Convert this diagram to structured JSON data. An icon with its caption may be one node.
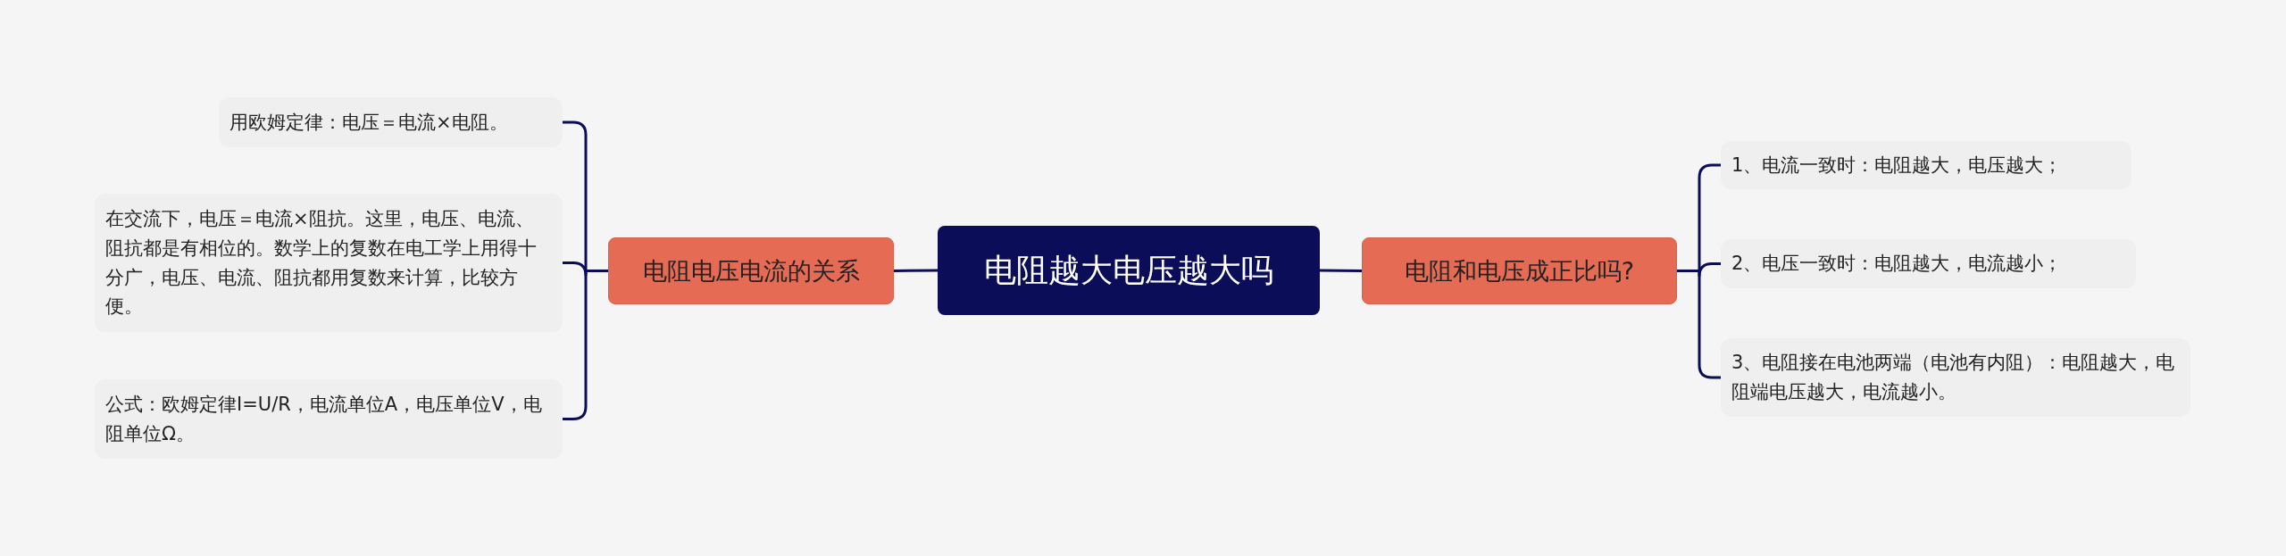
{
  "diagram": {
    "nodes": [
      {
        "text": [
          "电阻越大电压越大吗"
        ]
      },
      {
        "text": [
          "电阻电压电流的关系"
        ]
      },
      {
        "text": [
          "用欧姆定律：电压＝电流×电阻。"
        ]
      },
      {
        "text": [
          "在交流下，电压＝电流×阻抗。这里，电压、电流、阻抗都是有相位的。数学上的复数在电工学上用得十分广，电压、电流、阻抗都用复数来计算，比较方便。"
        ]
      },
      {
        "text": [
          "公式：欧姆定律I=U/R，电流单位A，电压单位V，电阻单位Ω。"
        ]
      },
      {
        "text": [
          "电阻和电压成正比吗?"
        ]
      },
      {
        "text": [
          "1、电流一致时：电阻越大，电压越大；"
        ]
      },
      {
        "text": [
          "2、电压一致时：电阻越大，电流越小；"
        ]
      },
      {
        "text": [
          "3、电阻接在电池两端（电池有内阻）：电阻越大，电阻端电压越大，电流越小。"
        ]
      }
    ],
    "edges": [
      {
        "from": 0,
        "to": 1,
        "arrow": "none"
      },
      {
        "from": 1,
        "to": 2,
        "arrow": "none"
      },
      {
        "from": 1,
        "to": 3,
        "arrow": "none"
      },
      {
        "from": 1,
        "to": 4,
        "arrow": "none"
      },
      {
        "from": 0,
        "to": 5,
        "arrow": "none"
      },
      {
        "from": 5,
        "to": 6,
        "arrow": "none"
      },
      {
        "from": 5,
        "to": 7,
        "arrow": "none"
      },
      {
        "from": 5,
        "to": 8,
        "arrow": "none"
      }
    ]
  }
}
